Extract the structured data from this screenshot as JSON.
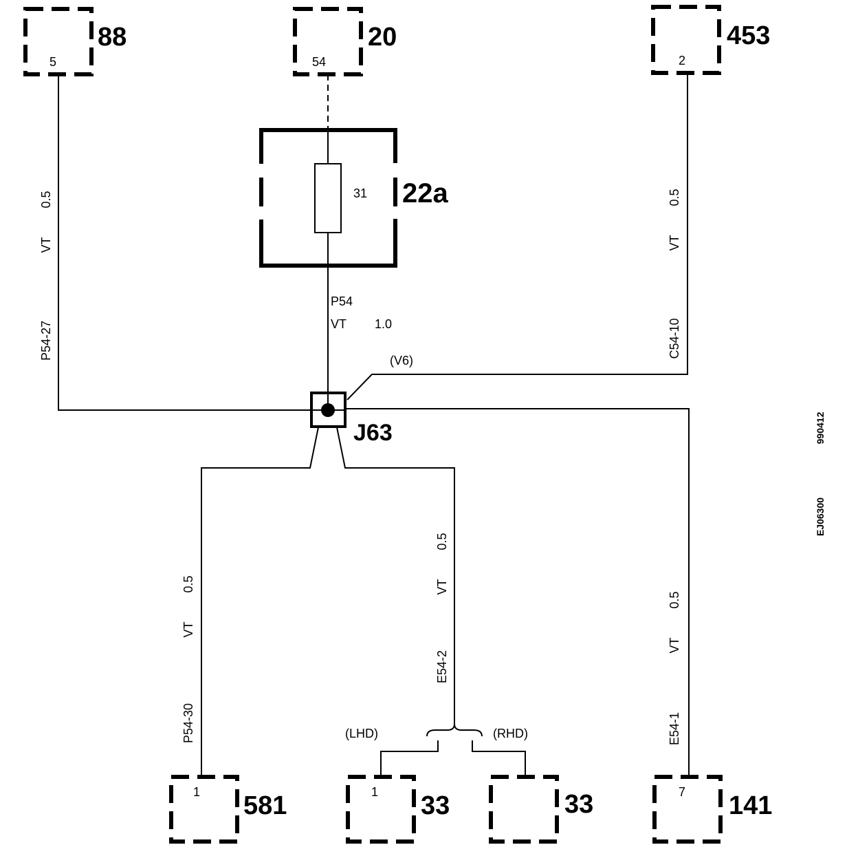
{
  "components": {
    "c88": {
      "id": "88",
      "pin": "5"
    },
    "c20": {
      "id": "20",
      "pin": "54"
    },
    "c453": {
      "id": "453",
      "pin": "2"
    },
    "c581": {
      "id": "581",
      "pin": "1"
    },
    "c33a": {
      "id": "33",
      "pin": "1"
    },
    "c33b": {
      "id": "33",
      "pin": ""
    },
    "c141": {
      "id": "141",
      "pin": "7"
    }
  },
  "fuse_box": {
    "id": "22a",
    "fuse_number": "31"
  },
  "junction": {
    "id": "J63"
  },
  "wires": {
    "left": {
      "size": "0.5",
      "color": "VT",
      "code": "P54-27"
    },
    "center": {
      "code": "P54",
      "color": "VT",
      "size": "1.0"
    },
    "right_top": {
      "size": "0.5",
      "color": "VT",
      "code": "C54-10",
      "variant": "(V6)"
    },
    "bottom_left": {
      "size": "0.5",
      "color": "VT",
      "code": "P54-30"
    },
    "bottom_mid": {
      "size": "0.5",
      "color": "VT",
      "code": "E54-2",
      "branch_left": "(LHD)",
      "branch_right": "(RHD)"
    },
    "bottom_right": {
      "size": "0.5",
      "color": "VT",
      "code": "E54-1"
    }
  },
  "refs": {
    "date": "990412",
    "drawing": "EJ06300"
  }
}
